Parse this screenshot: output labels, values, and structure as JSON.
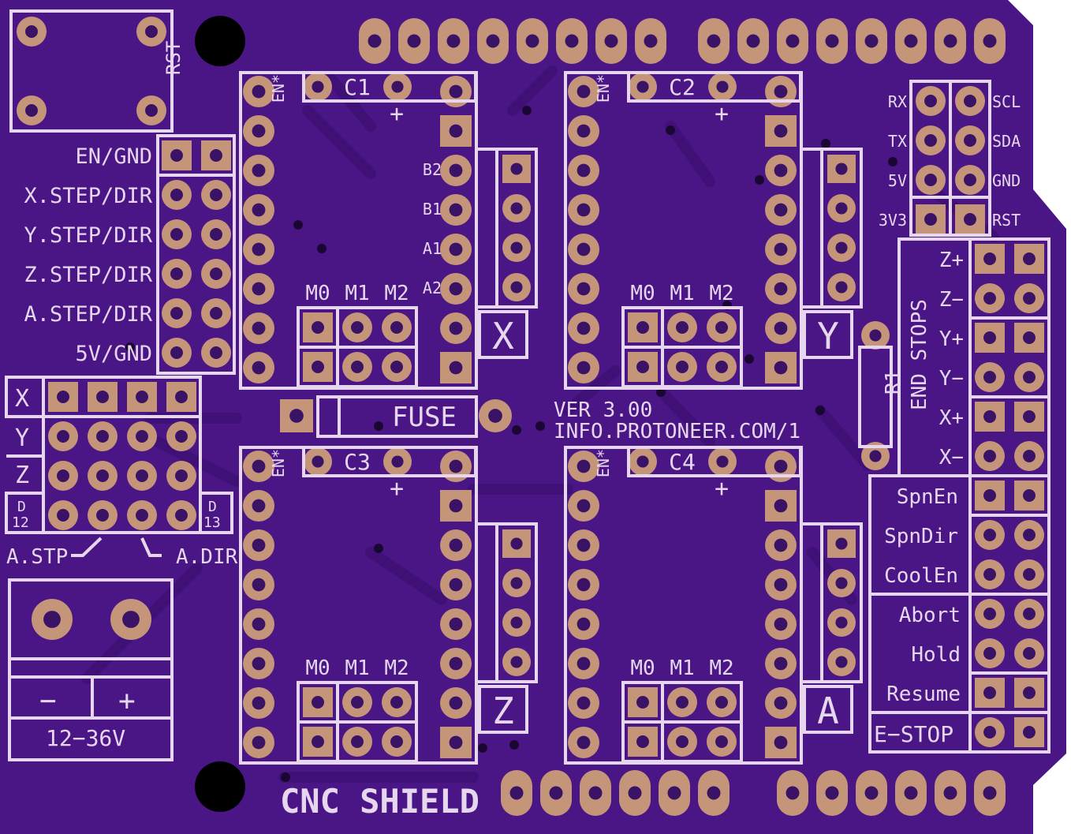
{
  "board": {
    "title": "CNC SHIELD",
    "version": "VER 3.00",
    "url": "INFO.PROTONEER.COM/1",
    "fuse": "FUSE",
    "resistor": "R1",
    "reset": "RST",
    "colors": {
      "pcb": "#4a1686",
      "pcb_dark": "#2e0a56",
      "silk": "#e6d6ee",
      "pad": "#c5957a",
      "drill": "#3b1366"
    }
  },
  "drivers": [
    {
      "axis": "X",
      "cap": "C1",
      "en": "EN*",
      "mlabels": [
        "M0",
        "M1",
        "M2"
      ],
      "plus": "+"
    },
    {
      "axis": "Y",
      "cap": "C2",
      "en": "EN*",
      "mlabels": [
        "M0",
        "M1",
        "M2"
      ],
      "plus": "+"
    },
    {
      "axis": "Z",
      "cap": "C3",
      "en": "EN*",
      "mlabels": [
        "M0",
        "M1",
        "M2"
      ],
      "plus": "+"
    },
    {
      "axis": "A",
      "cap": "C4",
      "en": "EN*",
      "mlabels": [
        "M0",
        "M1",
        "M2"
      ],
      "plus": "+"
    }
  ],
  "coil_labels": [
    "B2",
    "B1",
    "A1",
    "A2"
  ],
  "left_header": [
    "EN/GND",
    "X.STEP/DIR",
    "Y.STEP/DIR",
    "Z.STEP/DIR",
    "A.STEP/DIR",
    "5V/GND"
  ],
  "clone_labels": [
    "X",
    "Y",
    "Z"
  ],
  "d12": [
    "D",
    "12"
  ],
  "d13": [
    "D",
    "13"
  ],
  "a_stp": "A.STP",
  "a_dir": "A.DIR",
  "power": {
    "minus": "−",
    "plus": "+",
    "range": "12−36V"
  },
  "i2c": {
    "left": [
      "RX",
      "TX",
      "5V",
      "3V3"
    ],
    "right": [
      "SCL",
      "SDA",
      "GND",
      "RST"
    ]
  },
  "endstops": {
    "title": "END STOPS",
    "labels": [
      "Z+",
      "Z−",
      "Y+",
      "Y−",
      "X+",
      "X−"
    ]
  },
  "spindle": [
    "SpnEn",
    "SpnDir",
    "CoolEn"
  ],
  "control": [
    "Abort",
    "Hold",
    "Resume"
  ],
  "estop": "E−STOP"
}
